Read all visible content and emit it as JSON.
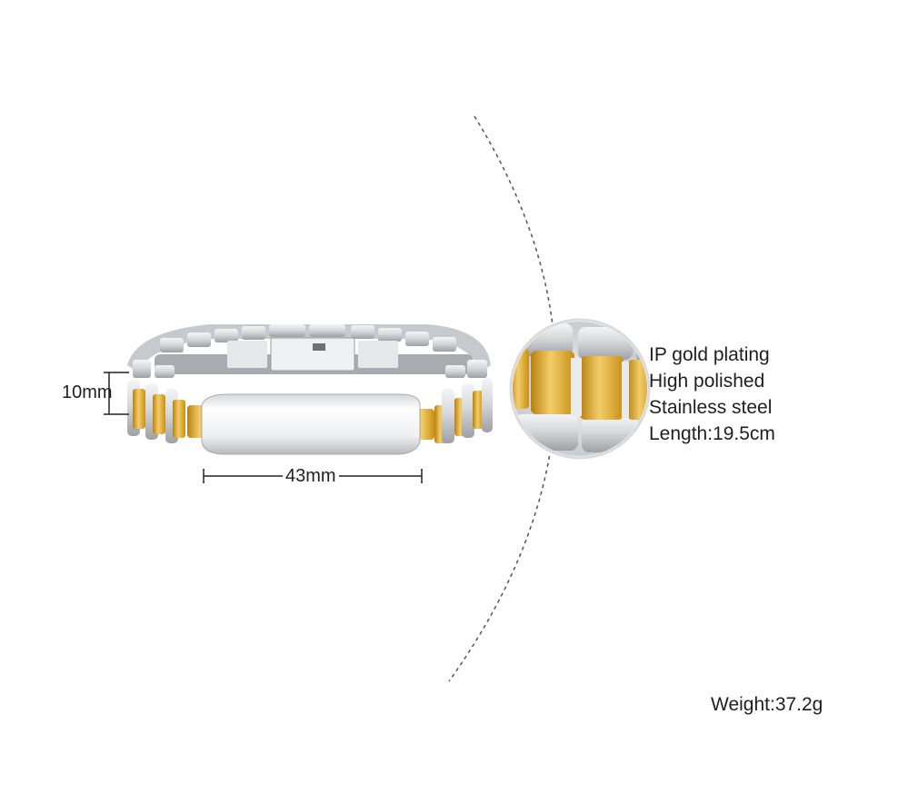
{
  "dimensions": {
    "width_label": "43mm",
    "height_label": "10mm"
  },
  "features": [
    {
      "text": "IP gold plating"
    },
    {
      "text": "High polished"
    },
    {
      "text": "Stainless steel"
    },
    {
      "text": "Length:19.5cm"
    }
  ],
  "weight_label": "Weight:37.2g",
  "colors": {
    "gold": "#e0a72a",
    "steel": "#d9dadc",
    "steel_dark": "#9a9ca0",
    "background": "#ffffff",
    "dashed_line": "#555555"
  },
  "icons": {
    "bracelet": "bracelet-image",
    "zoom_detail": "link-closeup-image"
  }
}
